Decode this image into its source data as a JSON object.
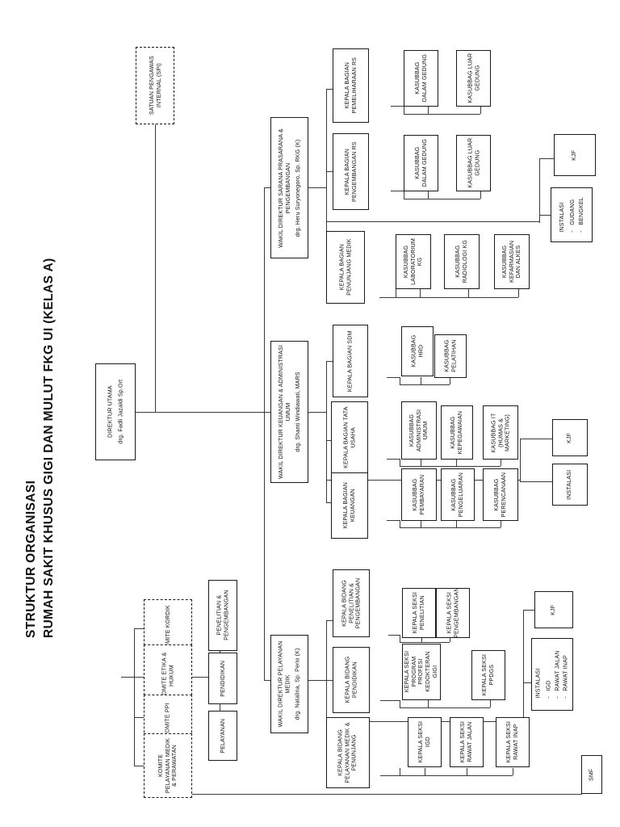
{
  "document": {
    "title_line1": "STRUKTUR ORGANISASI",
    "title_line2": "RUMAH SAKIT KHUSUS GIGI DAN MULUT FKG UI (KELAS A)"
  },
  "nodes": {
    "direktur_utama": {
      "title": "DIREKTUR UTAMA",
      "name": "drg. Fadli Jazaldi Sp.Ort"
    },
    "spi": {
      "title": "SATUAN PENGAWAS INTERNAL (SPI)"
    },
    "smf": {
      "title": "SMF"
    },
    "wadir_sarana": {
      "title": "WAKIL DIREKTUR SARANA PRASARANA & PENGEMBANGAN",
      "name": "drg. Heru Suryonegoro, Sp. RKG (K)"
    },
    "kabag_pemeliharaan_rs": {
      "title": "KEPALA BAGIAN PEMELIHARAAN RS"
    },
    "kabag_pengembangan_rs": {
      "title": "KEPALA BAGIAN PENGEMBANGAN RS"
    },
    "kabag_penunjang_medik": {
      "title": "KEPALA BAGIAN PENUNJANG MEDIK"
    },
    "kasubbag_dalam_gedung_1": {
      "title": "KASUBBAG DALAM GEDUNG"
    },
    "kasubbag_luar_gedung_1": {
      "title": "KASUBBAG LUAR GEDUNG"
    },
    "kasubbag_dalam_gedung_2": {
      "title": "KASUBBAG DALAM GEDUNG"
    },
    "kasubbag_luar_gedung_2": {
      "title": "KASUBBAG LUAR GEDUNG"
    },
    "kasubbag_laboratorium_kg": {
      "title": "KASUBBAG LABORATORIUM KG"
    },
    "kasubbag_radiologi_kg": {
      "title": "KASUBBAG RADIOLOGI KG"
    },
    "kasubbag_kefarmasian": {
      "title": "KASUBBAG KEFARMASIAN DAN ALKES"
    },
    "kjf_sarana": {
      "title": "KJF"
    },
    "instalasi_sarana": {
      "title": "INSTALASI",
      "items": [
        "GUDANG",
        "BENGKEL"
      ]
    },
    "wadir_keuangan": {
      "title": "WAKIL DIREKTUR KEUANGAN & ADMINISTRASI UMUM",
      "name": "drg. Shanti Windiawati, MARS"
    },
    "kabag_sdm": {
      "title": "KEPALA BAGIAN SDM"
    },
    "kabag_tata_usaha": {
      "title": "KEPALA BAGIAN TATA USAHA"
    },
    "kabag_keuangan": {
      "title": "KEPALA BAGIAN KEUANGAN"
    },
    "kasubbag_hrd": {
      "title": "KASUBBAG HRD"
    },
    "kasubbag_pelatihan": {
      "title": "KASUBBAG PELATIHAN"
    },
    "kasubbag_administrasi_umum": {
      "title": "KASUBBAG ADMINISTRASI UMUM"
    },
    "kasubbag_kepegawaian": {
      "title": "KASUBBAG KEPEGAWAIAN"
    },
    "kasubbag_it": {
      "title": "KASUBBAG IT (HUMAS & MARKETING)"
    },
    "kasubbag_pembayaran": {
      "title": "KASUBBAG PEMBAYARAN"
    },
    "kasubbag_pengeluaran": {
      "title": "KASUBBAG PENGELUARAN"
    },
    "kasubbag_perencanaan": {
      "title": "KASUBBAG PERENCANAAN"
    },
    "kjf_keuangan": {
      "title": "KJF"
    },
    "instalasi_keuangan": {
      "title": "INSTALASI"
    },
    "wadir_pelayanan": {
      "title": "WAKIL DIREKTUR PELAYANAN MEDIK",
      "name": "drg. Natalina, Sp. Perio (K)"
    },
    "kabid_litbang": {
      "title": "KEPALA BIDANG PENELITIAN & PENGEMBANGAN"
    },
    "kabid_pendidikan": {
      "title": "KEPALA BIDANG PENDIDIKAN"
    },
    "kabid_yanmed": {
      "title": "KEPALA BIDANG PELAYANAN MEDIK & PENUNJANG"
    },
    "kasi_penelitian": {
      "title": "KEPALA SEKSI PENELITIAN"
    },
    "kasi_pengembangan": {
      "title": "KEPALA SEKSI PENGEMBANGAN"
    },
    "kasi_program_profesi": {
      "title": "KEPALA SEKSI PROGRAM PROFESI KEDOKTERAN GIGI"
    },
    "kasi_ppdgs": {
      "title": "KEPALA SEKSI PPDGS"
    },
    "kasi_igd": {
      "title": "KEPALA SEKSI IGD"
    },
    "kasi_rawat_jalan": {
      "title": "KEPALA SEKSI RAWAT JALAN"
    },
    "kasi_rawat_inap": {
      "title": "KEPALA SEKSI RAWAT INAP"
    },
    "kjf_pelayanan": {
      "title": "KJF"
    },
    "instalasi_pelayanan": {
      "title": "INSTALASI",
      "items": [
        "IGD",
        "RAWAT JALAN",
        "RAWAT INAP"
      ]
    },
    "komite_kordik": {
      "title": "KOMITE KORDIK"
    },
    "komite_etika_hukum": {
      "title": "KOMITE ETIKA & HUKUM"
    },
    "komite_ppi": {
      "title": "KOMITE PPI"
    },
    "komite_pelayanan": {
      "title": "KOMITE PELAYANAN MEDIK & PERAWATAN"
    },
    "sub_litbang": {
      "title": "PENELITIAN & PENGEMBANGAN"
    },
    "sub_pendidikan": {
      "title": "PENDIDIKAN"
    },
    "sub_pelayanan": {
      "title": "PELAYANAN"
    }
  }
}
